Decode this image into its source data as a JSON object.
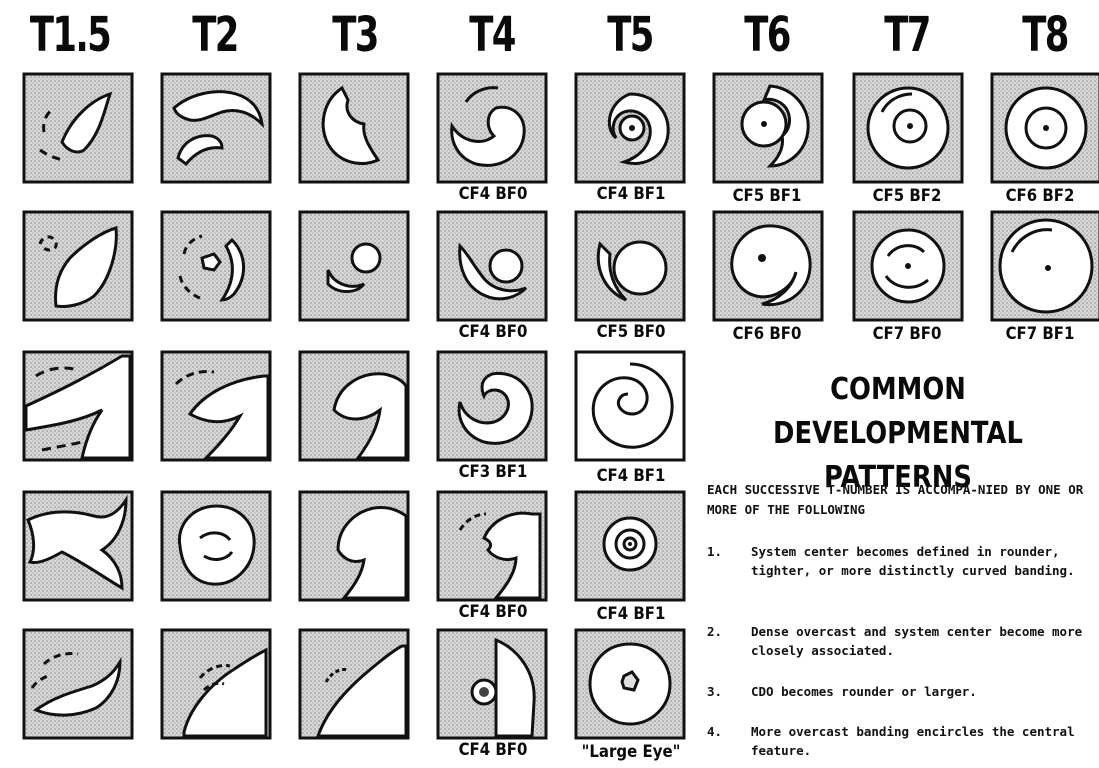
{
  "columns": [
    {
      "label": "T1.5"
    },
    {
      "label": "T2"
    },
    {
      "label": "T3"
    },
    {
      "label": "T4"
    },
    {
      "label": "T5"
    },
    {
      "label": "T6"
    },
    {
      "label": "T7"
    },
    {
      "label": "T8"
    }
  ],
  "cell_labels": {
    "t4": [
      "CF4  BF0",
      "CF4  BF0",
      "CF3  BF1",
      "CF4  BF0",
      "CF4  BF0"
    ],
    "t5": [
      "CF4  BF1",
      "CF5  BF0",
      "CF4  BF1",
      "CF4  BF1",
      "\"Large Eye\""
    ],
    "t6": [
      "CF5  BF1",
      "CF6  BF0"
    ],
    "t7": [
      "CF5  BF2",
      "CF7  BF0"
    ],
    "t8": [
      "CF6  BF2",
      "CF7  BF1"
    ]
  },
  "title_line1": "COMMON DEVELOPMENTAL",
  "title_line2": "PATTERNS",
  "intro": "EACH SUCCESSIVE T-NUMBER IS ACCOMPA-NIED BY ONE OR MORE OF THE FOLLOWING",
  "items": [
    {
      "num": "1.",
      "text": "System center becomes defined in rounder, tighter, or more distinctly curved banding."
    },
    {
      "num": "2.",
      "text": "Dense overcast and system center become more closely associated."
    },
    {
      "num": "3.",
      "text": "CDO becomes rounder or larger."
    },
    {
      "num": "4.",
      "text": "More overcast banding encircles the central feature."
    }
  ]
}
